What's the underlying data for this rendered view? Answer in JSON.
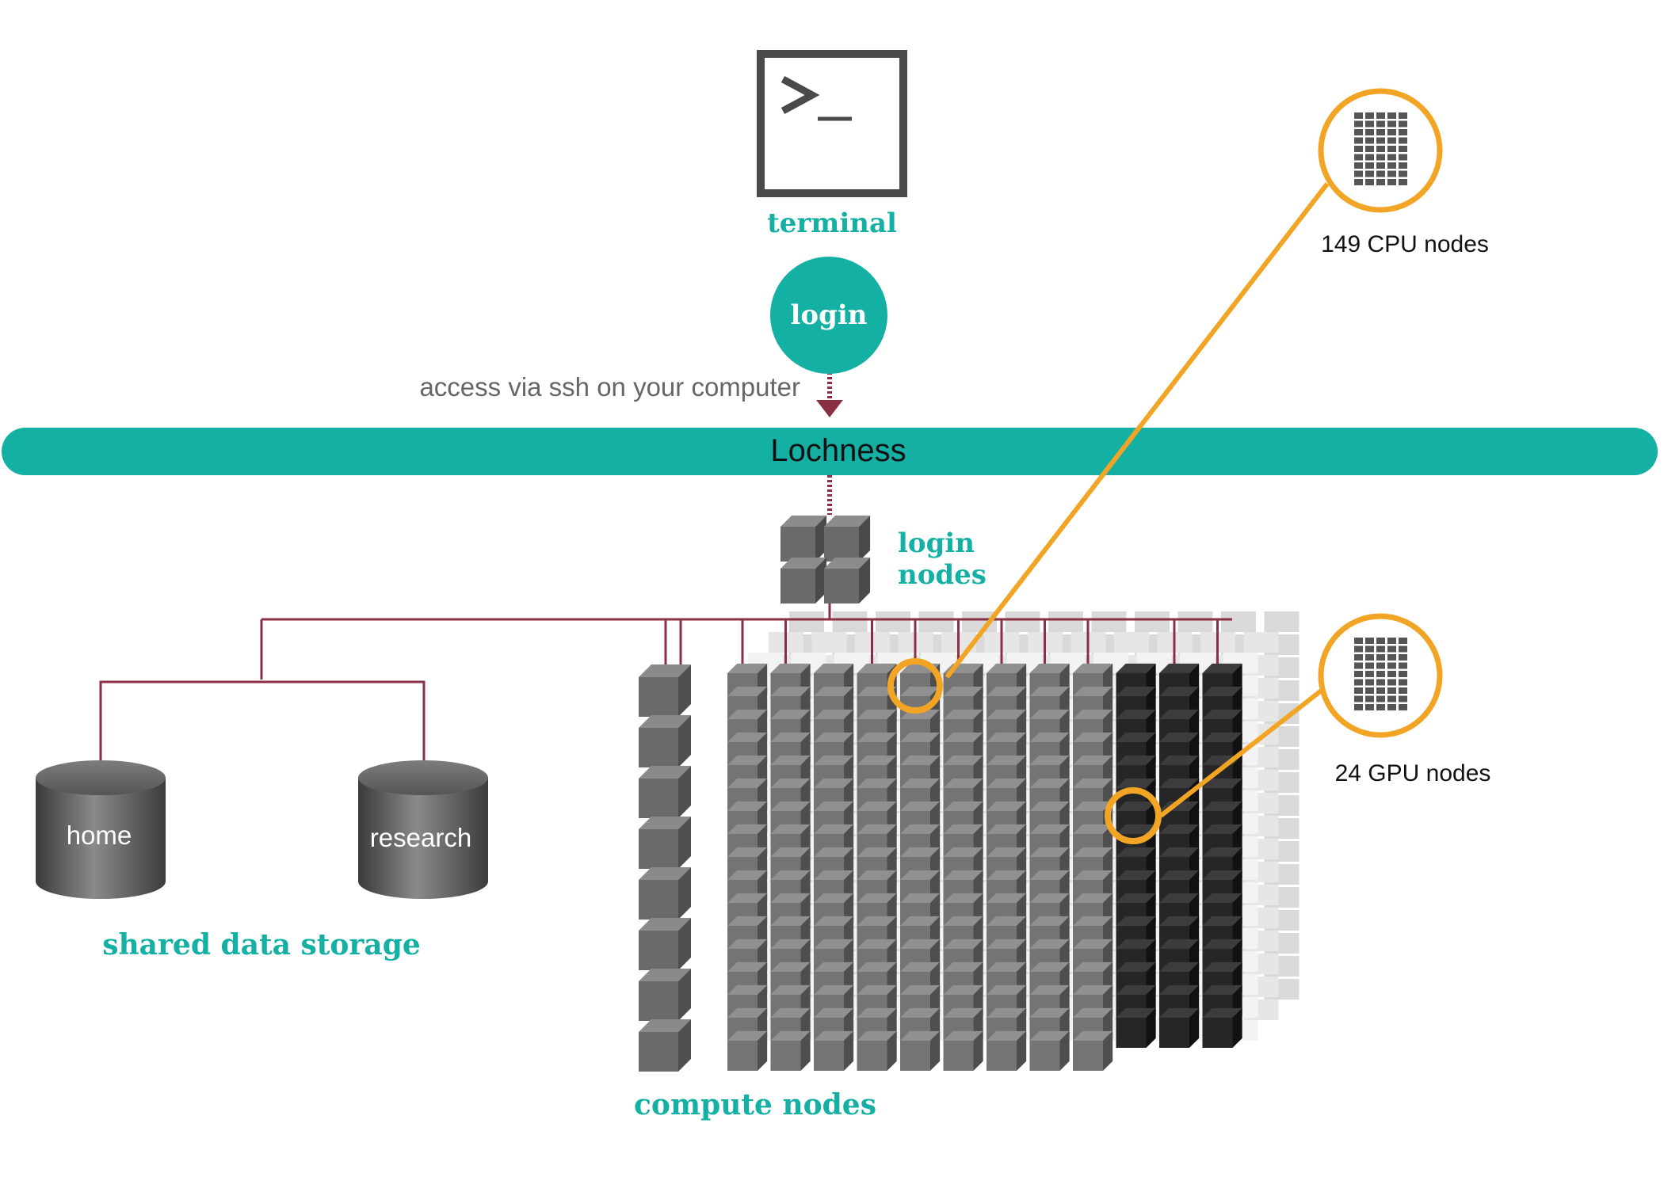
{
  "terminal": {
    "icon": "terminal-icon",
    "prompt": ">_",
    "label": "terminal"
  },
  "login": {
    "bubble_label": "login",
    "access_text": "access via ssh on your computer"
  },
  "cluster": {
    "bar_label": "Lochness",
    "login_nodes_line1": "login",
    "login_nodes_line2": "nodes"
  },
  "storage": {
    "volumes": [
      "home",
      "research"
    ],
    "group_label": "shared data storage"
  },
  "compute": {
    "label": "compute nodes"
  },
  "callouts": {
    "cpu": "149 CPU nodes",
    "gpu": "24 GPU nodes"
  },
  "colors": {
    "teal": "#14b0a4",
    "orange": "#f2a524",
    "maroon": "#8b2f45",
    "node_gray": "#6f6f6f",
    "gpu_black": "#262626"
  }
}
